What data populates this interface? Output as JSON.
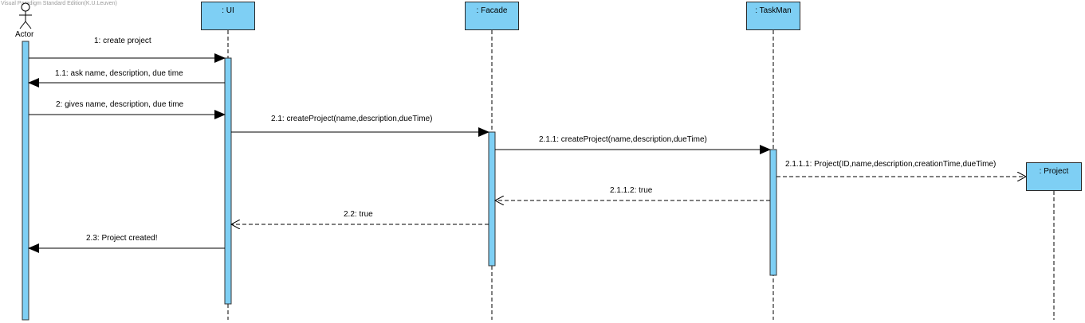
{
  "watermark": "Visual Paradigm Standard Edition(K.U.Leuven)",
  "colors": {
    "lifeline_fill": "#7ecff4",
    "stroke": "#000000"
  },
  "actor": {
    "label": "Actor",
    "icon": "stick-figure-icon"
  },
  "lifelines": {
    "ui": ": UI",
    "facade": ": Facade",
    "taskman": ": TaskMan",
    "project": ": Project"
  },
  "messages": [
    {
      "label": "1: create project",
      "from": "actor",
      "to": "ui",
      "kind": "sync"
    },
    {
      "label": "1.1: ask name, description, due time",
      "from": "ui",
      "to": "actor",
      "kind": "sync"
    },
    {
      "label": "2: gives name, description, due time",
      "from": "actor",
      "to": "ui",
      "kind": "sync"
    },
    {
      "label": "2.1: createProject(name,description,dueTime)",
      "from": "ui",
      "to": "facade",
      "kind": "sync"
    },
    {
      "label": "2.1.1: createProject(name,description,dueTime)",
      "from": "facade",
      "to": "taskman",
      "kind": "sync"
    },
    {
      "label": "2.1.1.1: Project(ID,name,description,creationTime,dueTime)",
      "from": "taskman",
      "to": "project",
      "kind": "create"
    },
    {
      "label": "2.1.1.2: true",
      "from": "taskman",
      "to": "facade",
      "kind": "return"
    },
    {
      "label": "2.2: true",
      "from": "facade",
      "to": "ui",
      "kind": "return"
    },
    {
      "label": "2.3: Project created!",
      "from": "ui",
      "to": "actor",
      "kind": "sync"
    }
  ]
}
